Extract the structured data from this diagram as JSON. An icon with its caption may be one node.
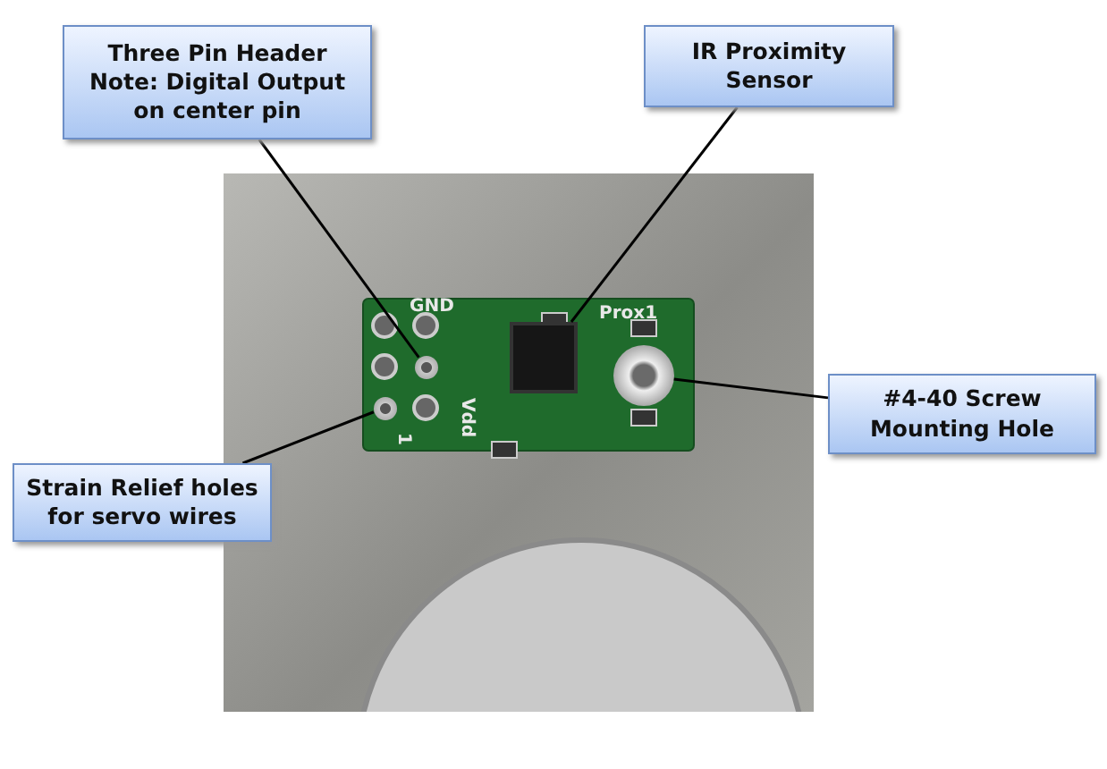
{
  "diagram": {
    "nodes": [
      {
        "text": [],
        "shape": "picture"
      },
      {
        "text": [
          "Three Pin Header",
          "Note:  Digital Output on center pin"
        ]
      },
      {
        "text": [
          "IR Proximity Sensor"
        ]
      },
      {
        "text": [
          "Strain Relief holes for servo wires"
        ]
      },
      {
        "text": [
          "#4-40 Screw Mounting Hole"
        ]
      },
      {
        "text": [],
        "shape": "circle",
        "in": 0
      },
      {
        "text": [],
        "shape": "box",
        "in": 0
      },
      {
        "text": [],
        "shape": "circle",
        "in": 0
      },
      {
        "text": [],
        "shape": "circle",
        "in": 0
      }
    ],
    "edges": [
      {
        "from": 1,
        "to": 5,
        "arrow": "none"
      },
      {
        "from": 2,
        "to": 6,
        "arrow": "none"
      },
      {
        "from": 3,
        "to": 7,
        "arrow": "none"
      },
      {
        "from": 4,
        "to": 8,
        "arrow": "none"
      }
    ],
    "labels": [
      "GND",
      "Prox1",
      "Vdd",
      "1"
    ]
  }
}
